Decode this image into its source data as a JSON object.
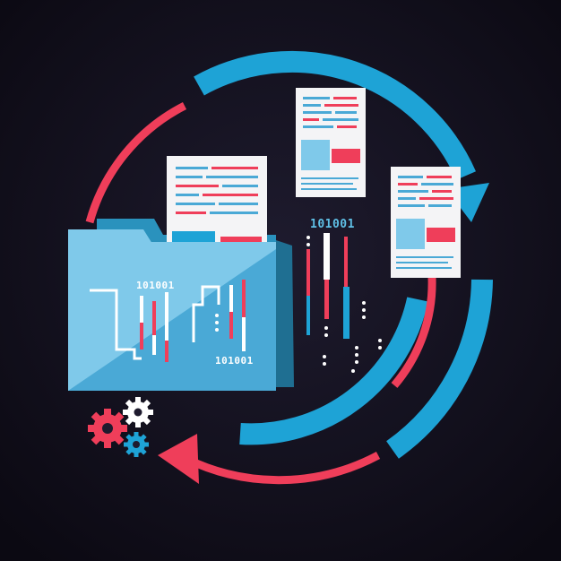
{
  "colors": {
    "background_center": "#1e1b2e",
    "background_edge": "#0b0912",
    "cyan": "#1ea3d6",
    "cyan_light": "#5fc0e6",
    "folder_back": "#2a92bd",
    "folder_front": "#7fc9ea",
    "folder_shadow": "#4aa9d6",
    "folder_side": "#1f6f92",
    "red": "#ef3e5a",
    "paper": "#f4f4f6",
    "doc_line_blue": "#4aa9d6",
    "doc_line_red": "#ef3e5a",
    "white": "#ffffff"
  },
  "icons": {
    "cycle_arrow": "circular-arrows-icon",
    "folder": "folder-icon",
    "document": "document-icon",
    "gear": "gear-icon",
    "circuit": "circuit-icon"
  },
  "labels": {
    "folder_binary_top": "101001",
    "folder_binary_bottom": "101001",
    "column_binary": "101001"
  }
}
